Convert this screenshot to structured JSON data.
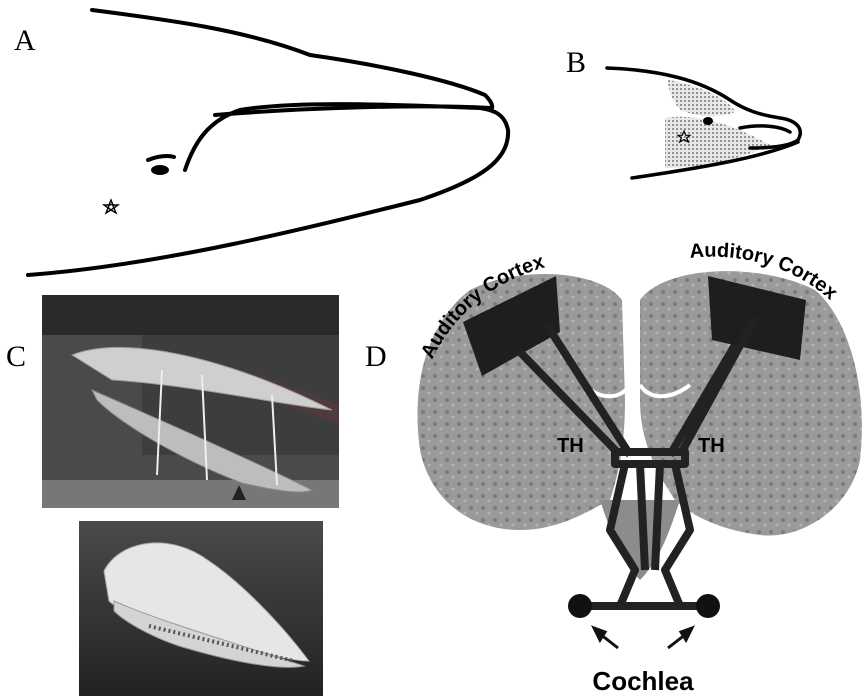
{
  "panels": {
    "a": {
      "letter": "A"
    },
    "b": {
      "letter": "B"
    },
    "c": {
      "letter": "C"
    },
    "d": {
      "letter": "D"
    }
  },
  "brain": {
    "left_region_label": "Auditory Cortex",
    "right_region_label": "Auditory Cortex",
    "left_thalamus": "TH",
    "right_thalamus": "TH",
    "bottom_label": "Cochlea"
  },
  "colors": {
    "ink": "#000000",
    "stipple": "#bdbdbd",
    "brain_gray": "#8a8a8a",
    "pathway": "#222222"
  },
  "icons": [
    "star-icon",
    "arrow-icon"
  ]
}
